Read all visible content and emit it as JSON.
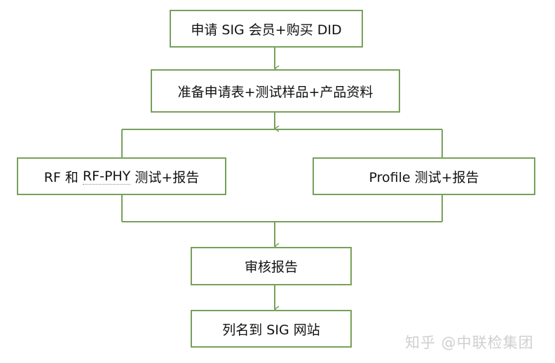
{
  "flow": {
    "step1": "申请 SIG 会员+购买 DID",
    "step2": "准备申请表+测试样品+产品资料",
    "step3_left_pre": "RF 和 ",
    "step3_left_term": "RF-PHY",
    "step3_left_post": " 测试+报告",
    "step3_right": "Profile 测试+报告",
    "step4": "审核报告",
    "step5": "列名到 SIG 网站"
  },
  "watermark": "知乎 @中联检集团",
  "colors": {
    "line": "#78a05a"
  }
}
